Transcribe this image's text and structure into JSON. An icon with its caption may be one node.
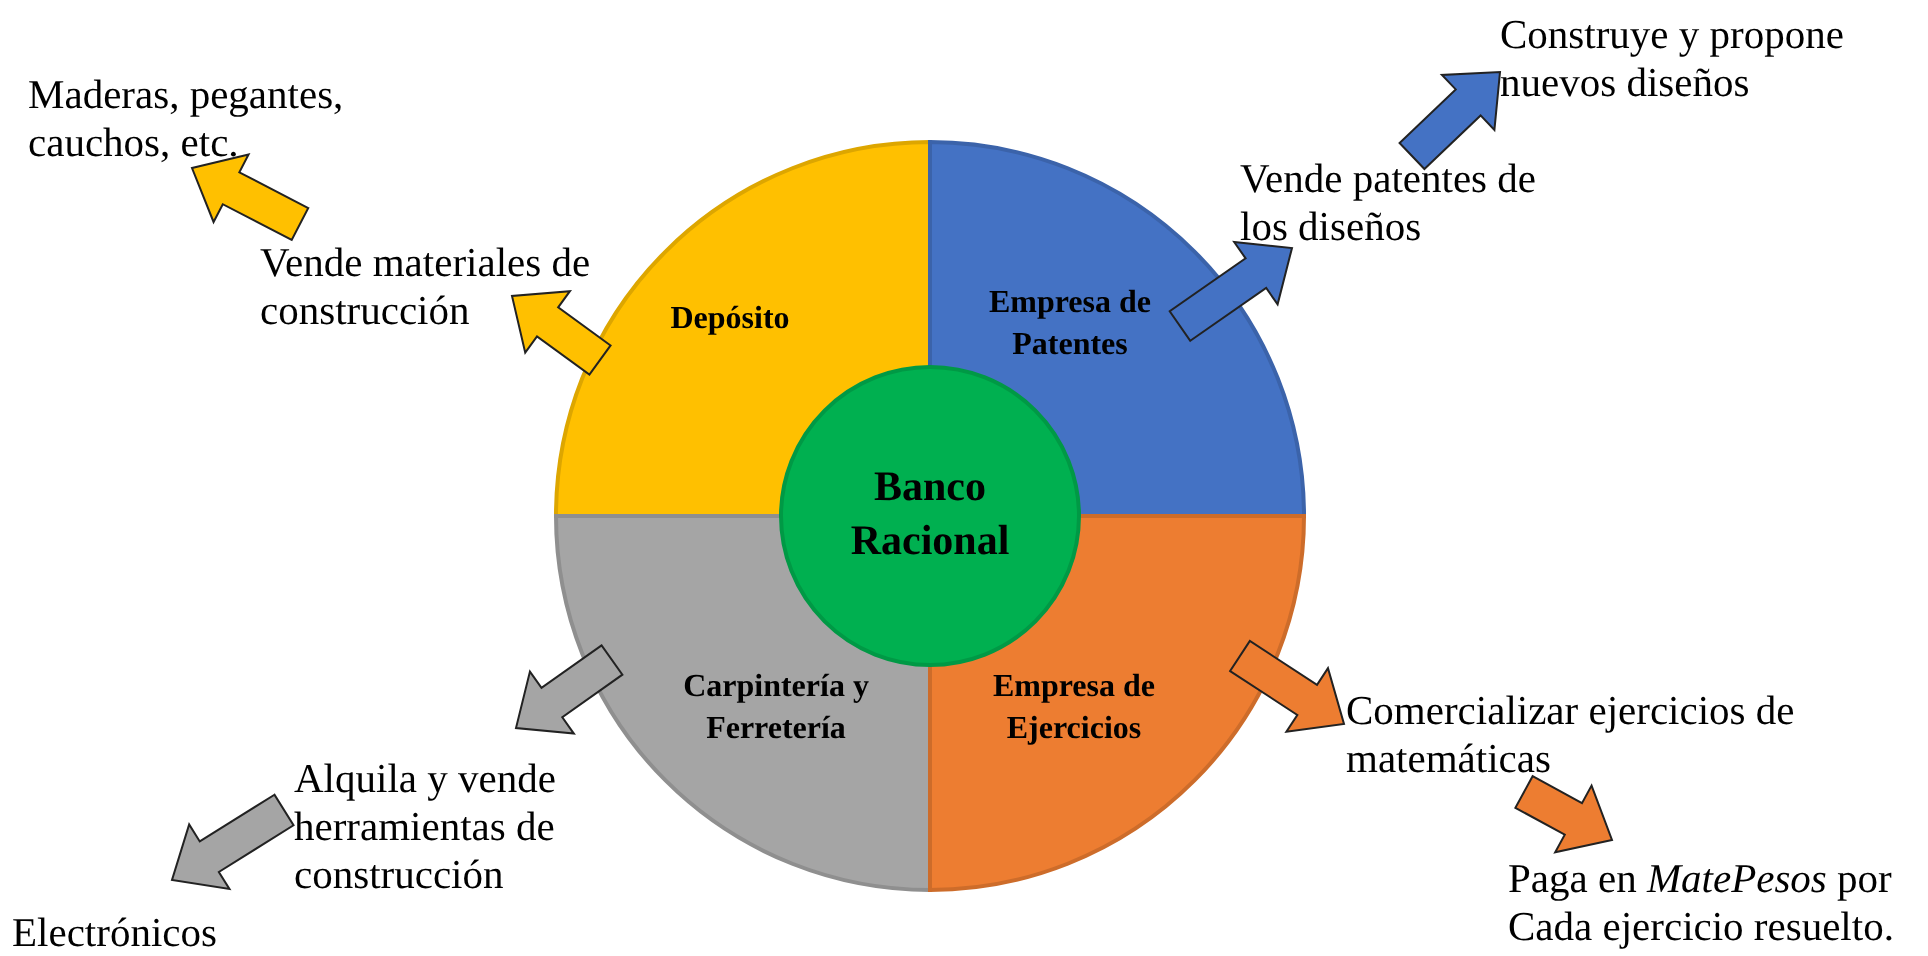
{
  "diagram": {
    "nodes": [
      {
        "text": [
          "Depósito"
        ]
      },
      {
        "text": [
          "Empresa de Patentes"
        ]
      },
      {
        "text": [
          "Carpintería y Ferretería"
        ]
      },
      {
        "text": [
          "Empresa de Ejercicios"
        ]
      },
      {
        "text": [
          "Banco Racional"
        ]
      },
      {
        "text": [
          "Vende materiales de construcción"
        ]
      },
      {
        "text": [
          "Maderas, pegantes, cauchos, etc."
        ]
      },
      {
        "text": [
          "Vende patentes de los diseños"
        ]
      },
      {
        "text": [
          "Construye y propone nuevos diseños"
        ]
      },
      {
        "text": [
          "Alquila y vende herramientas de construcción"
        ]
      },
      {
        "text": [
          "Electrónicos"
        ]
      },
      {
        "text": [
          "Comercializar ejercicios de matemáticas"
        ]
      },
      {
        "text": [
          "Paga en *MatePesos* por Cada ejercicio resuelto."
        ]
      }
    ],
    "edges": [
      {
        "from": 0,
        "to": 5,
        "arrow": "to",
        "color": "#ffc000"
      },
      {
        "from": 5,
        "to": 6,
        "arrow": "to",
        "color": "#ffc000"
      },
      {
        "from": 1,
        "to": 7,
        "arrow": "to",
        "color": "#4472c4"
      },
      {
        "from": 7,
        "to": 8,
        "arrow": "to",
        "color": "#4472c4"
      },
      {
        "from": 2,
        "to": 9,
        "arrow": "to",
        "color": "#a5a5a5"
      },
      {
        "from": 9,
        "to": 10,
        "arrow": "to",
        "color": "#a5a5a5"
      },
      {
        "from": 3,
        "to": 11,
        "arrow": "to",
        "color": "#ed7d31"
      },
      {
        "from": 11,
        "to": 12,
        "arrow": "to",
        "color": "#ed7d31"
      }
    ]
  }
}
